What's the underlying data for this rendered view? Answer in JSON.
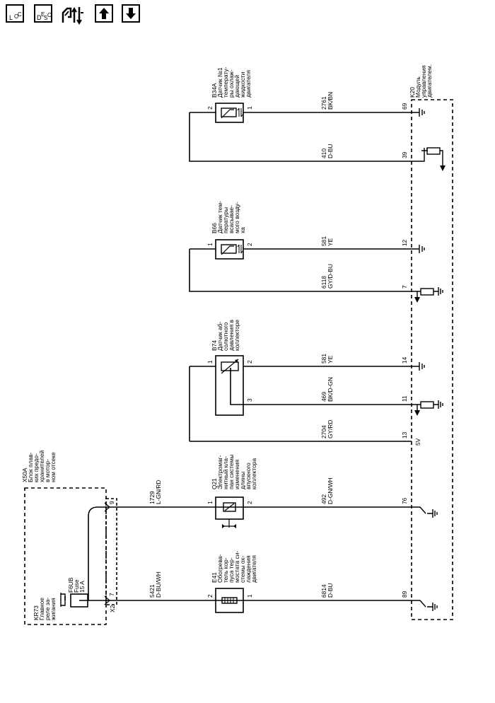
{
  "toolbar": {
    "loc": {
      "big": "L",
      "sub1": "O",
      "sub2": "C"
    },
    "desc": {
      "big": "D",
      "sub1": "E",
      "sub2": "S",
      "sub3": "C"
    },
    "icons": [
      "connector-tool-icon",
      "arrow-up-icon",
      "arrow-down-icon"
    ]
  },
  "x50a": {
    "ref": "X50A",
    "lines": [
      "Блок плав-",
      "ких предо-",
      "хранителей",
      "в мотор-",
      "ном отсеке"
    ]
  },
  "kr73": {
    "ref": "KR73",
    "lines": [
      "Главное",
      "реле за-",
      "жигания"
    ]
  },
  "f6ub": {
    "ref": "F6UB",
    "lines": [
      "Fuse",
      "15 A"
    ]
  },
  "x2": "X2",
  "pin_7": "7",
  "pin_9": "9",
  "k20": {
    "ref": "K20",
    "lines": [
      "Модуль",
      "управления",
      "двигателем."
    ]
  },
  "components": {
    "e41": {
      "ref": "E41",
      "lines": [
        "Обогрева-",
        "тель кор-",
        "пуса тер-",
        "мостата си-",
        "стемы ох-",
        "лаждения",
        "двигателя"
      ],
      "pin_top": "2",
      "pin_bottom": "1"
    },
    "q21": {
      "ref": "Q21",
      "lines": [
        "Электромаг-",
        "нитный кла-",
        "пан системы",
        "изменения",
        "длины",
        "впускного",
        "коллектора"
      ],
      "pin_top": "1",
      "pin_bottom": "2"
    },
    "b74": {
      "ref": "B74",
      "lines": [
        "Датчик аб-",
        "солютного",
        "давления в",
        "коллекторе"
      ],
      "pin_top": "1",
      "pin_bottom2": "2",
      "pin_bottom3": "3"
    },
    "b66": {
      "ref": "B66",
      "lines": [
        "Датчик тем-",
        "пературы",
        "всасывае-",
        "мого возду-",
        "ха"
      ],
      "pin_top": "1",
      "pin_bottom": "2"
    },
    "b34a": {
      "ref": "B34A",
      "lines": [
        "Датчик №1",
        "температу-",
        "ры охлаж-",
        "дающей",
        "жидкости",
        "двигателя"
      ],
      "pin_top": "2",
      "pin_bottom": "1"
    }
  },
  "wires": {
    "w5421": {
      "num": "5421",
      "color": "D-BU/WH"
    },
    "w1729": {
      "num": "1729",
      "color": "L-GN/RD"
    },
    "w6814": {
      "num": "6814",
      "color": "D-BU"
    },
    "w492": {
      "num": "492",
      "color": "D-GN/WH"
    },
    "w2704": {
      "num": "2704",
      "color": "GY/RD"
    },
    "w469": {
      "num": "469",
      "color": "BK/D-GN"
    },
    "w581a": {
      "num": "581",
      "color": "YE"
    },
    "w6118": {
      "num": "6118",
      "color": "GY/D-BU"
    },
    "w581b": {
      "num": "581",
      "color": "YE"
    },
    "w410": {
      "num": "410",
      "color": "D-BU"
    },
    "w2761": {
      "num": "2761",
      "color": "BK/BN"
    }
  },
  "pins": {
    "p89": "89",
    "p76": "76",
    "p13": "13",
    "p11": "11",
    "p14": "14",
    "p7": "7",
    "p12": "12",
    "p39": "39",
    "p69": "69"
  },
  "label_5v": "5V"
}
